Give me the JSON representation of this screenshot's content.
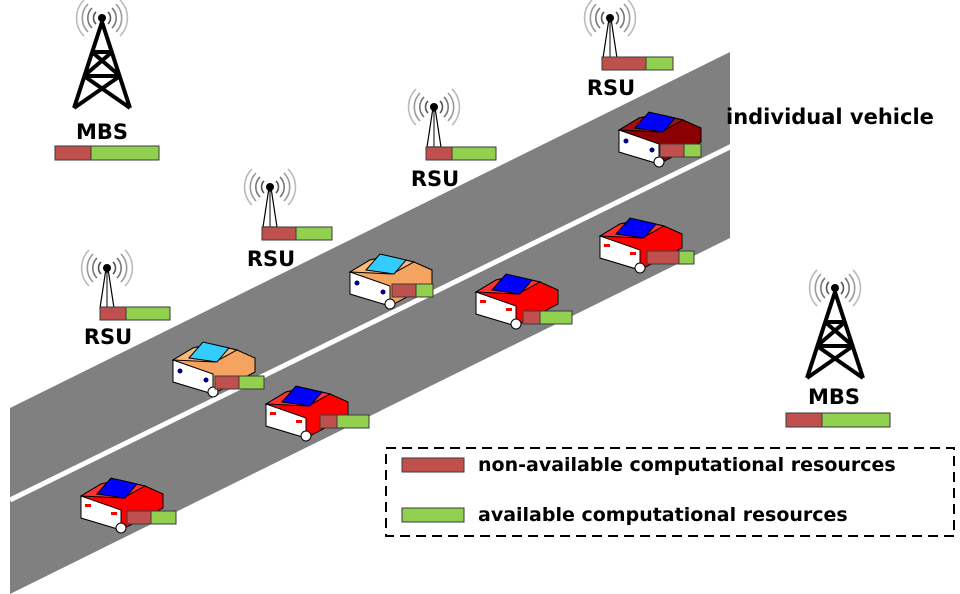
{
  "labels": {
    "mbs": "MBS",
    "rsu": "RSU",
    "individual_vehicle": "individual vehicle"
  },
  "legend": {
    "non_available": "non-available computational resources",
    "available": "available computational resources"
  },
  "colors": {
    "non_available": "#c0504d",
    "available": "#92d050",
    "road": "#808080",
    "lane_line": "#ffffff",
    "car_red": "#ff0000",
    "car_orange": "#f4a460",
    "car_dark_red": "#8b0000",
    "window_blue": "#0000ff",
    "window_cyan": "#33ccff"
  },
  "icons": {
    "tower": "cell-tower-icon",
    "antenna": "rsu-antenna-icon",
    "car": "car-icon"
  }
}
